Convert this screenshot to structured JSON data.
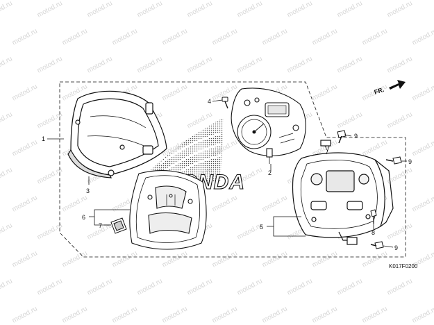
{
  "watermark": "motod.ru",
  "brand_logo": "HONDA",
  "diagram_code": "K017F0200",
  "direction_arrow": "FR.",
  "callouts": {
    "n1": "1",
    "n2": "2",
    "n3": "3",
    "n4": "4",
    "n5": "5",
    "n6": "6",
    "n7": "7",
    "n8": "8",
    "n9a": "9",
    "n9b": "9",
    "n9c": "9"
  },
  "colors": {
    "ink": "#111111",
    "watermark": "#d6d6d6",
    "background": "#ffffff"
  }
}
